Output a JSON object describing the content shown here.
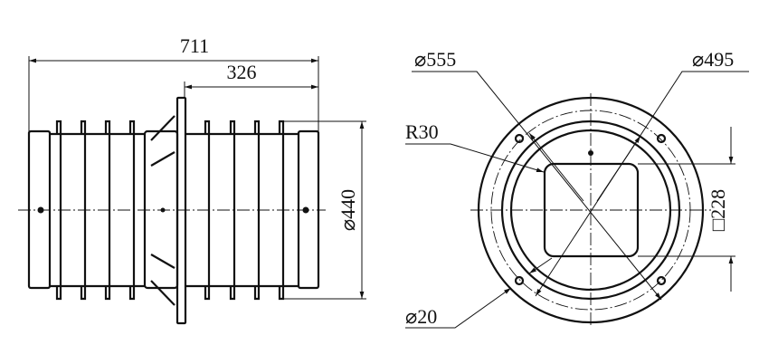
{
  "side_view": {
    "dim_overall_length": "711",
    "dim_flange_to_end": "326",
    "dim_fin_diameter": "⌀440"
  },
  "end_view": {
    "dim_outer_diameter": "⌀555",
    "dim_bolt_circle_diameter": "⌀495",
    "dim_corner_radius": "R30",
    "dim_hole_diameter": "⌀20",
    "dim_square_opening": "□228"
  }
}
